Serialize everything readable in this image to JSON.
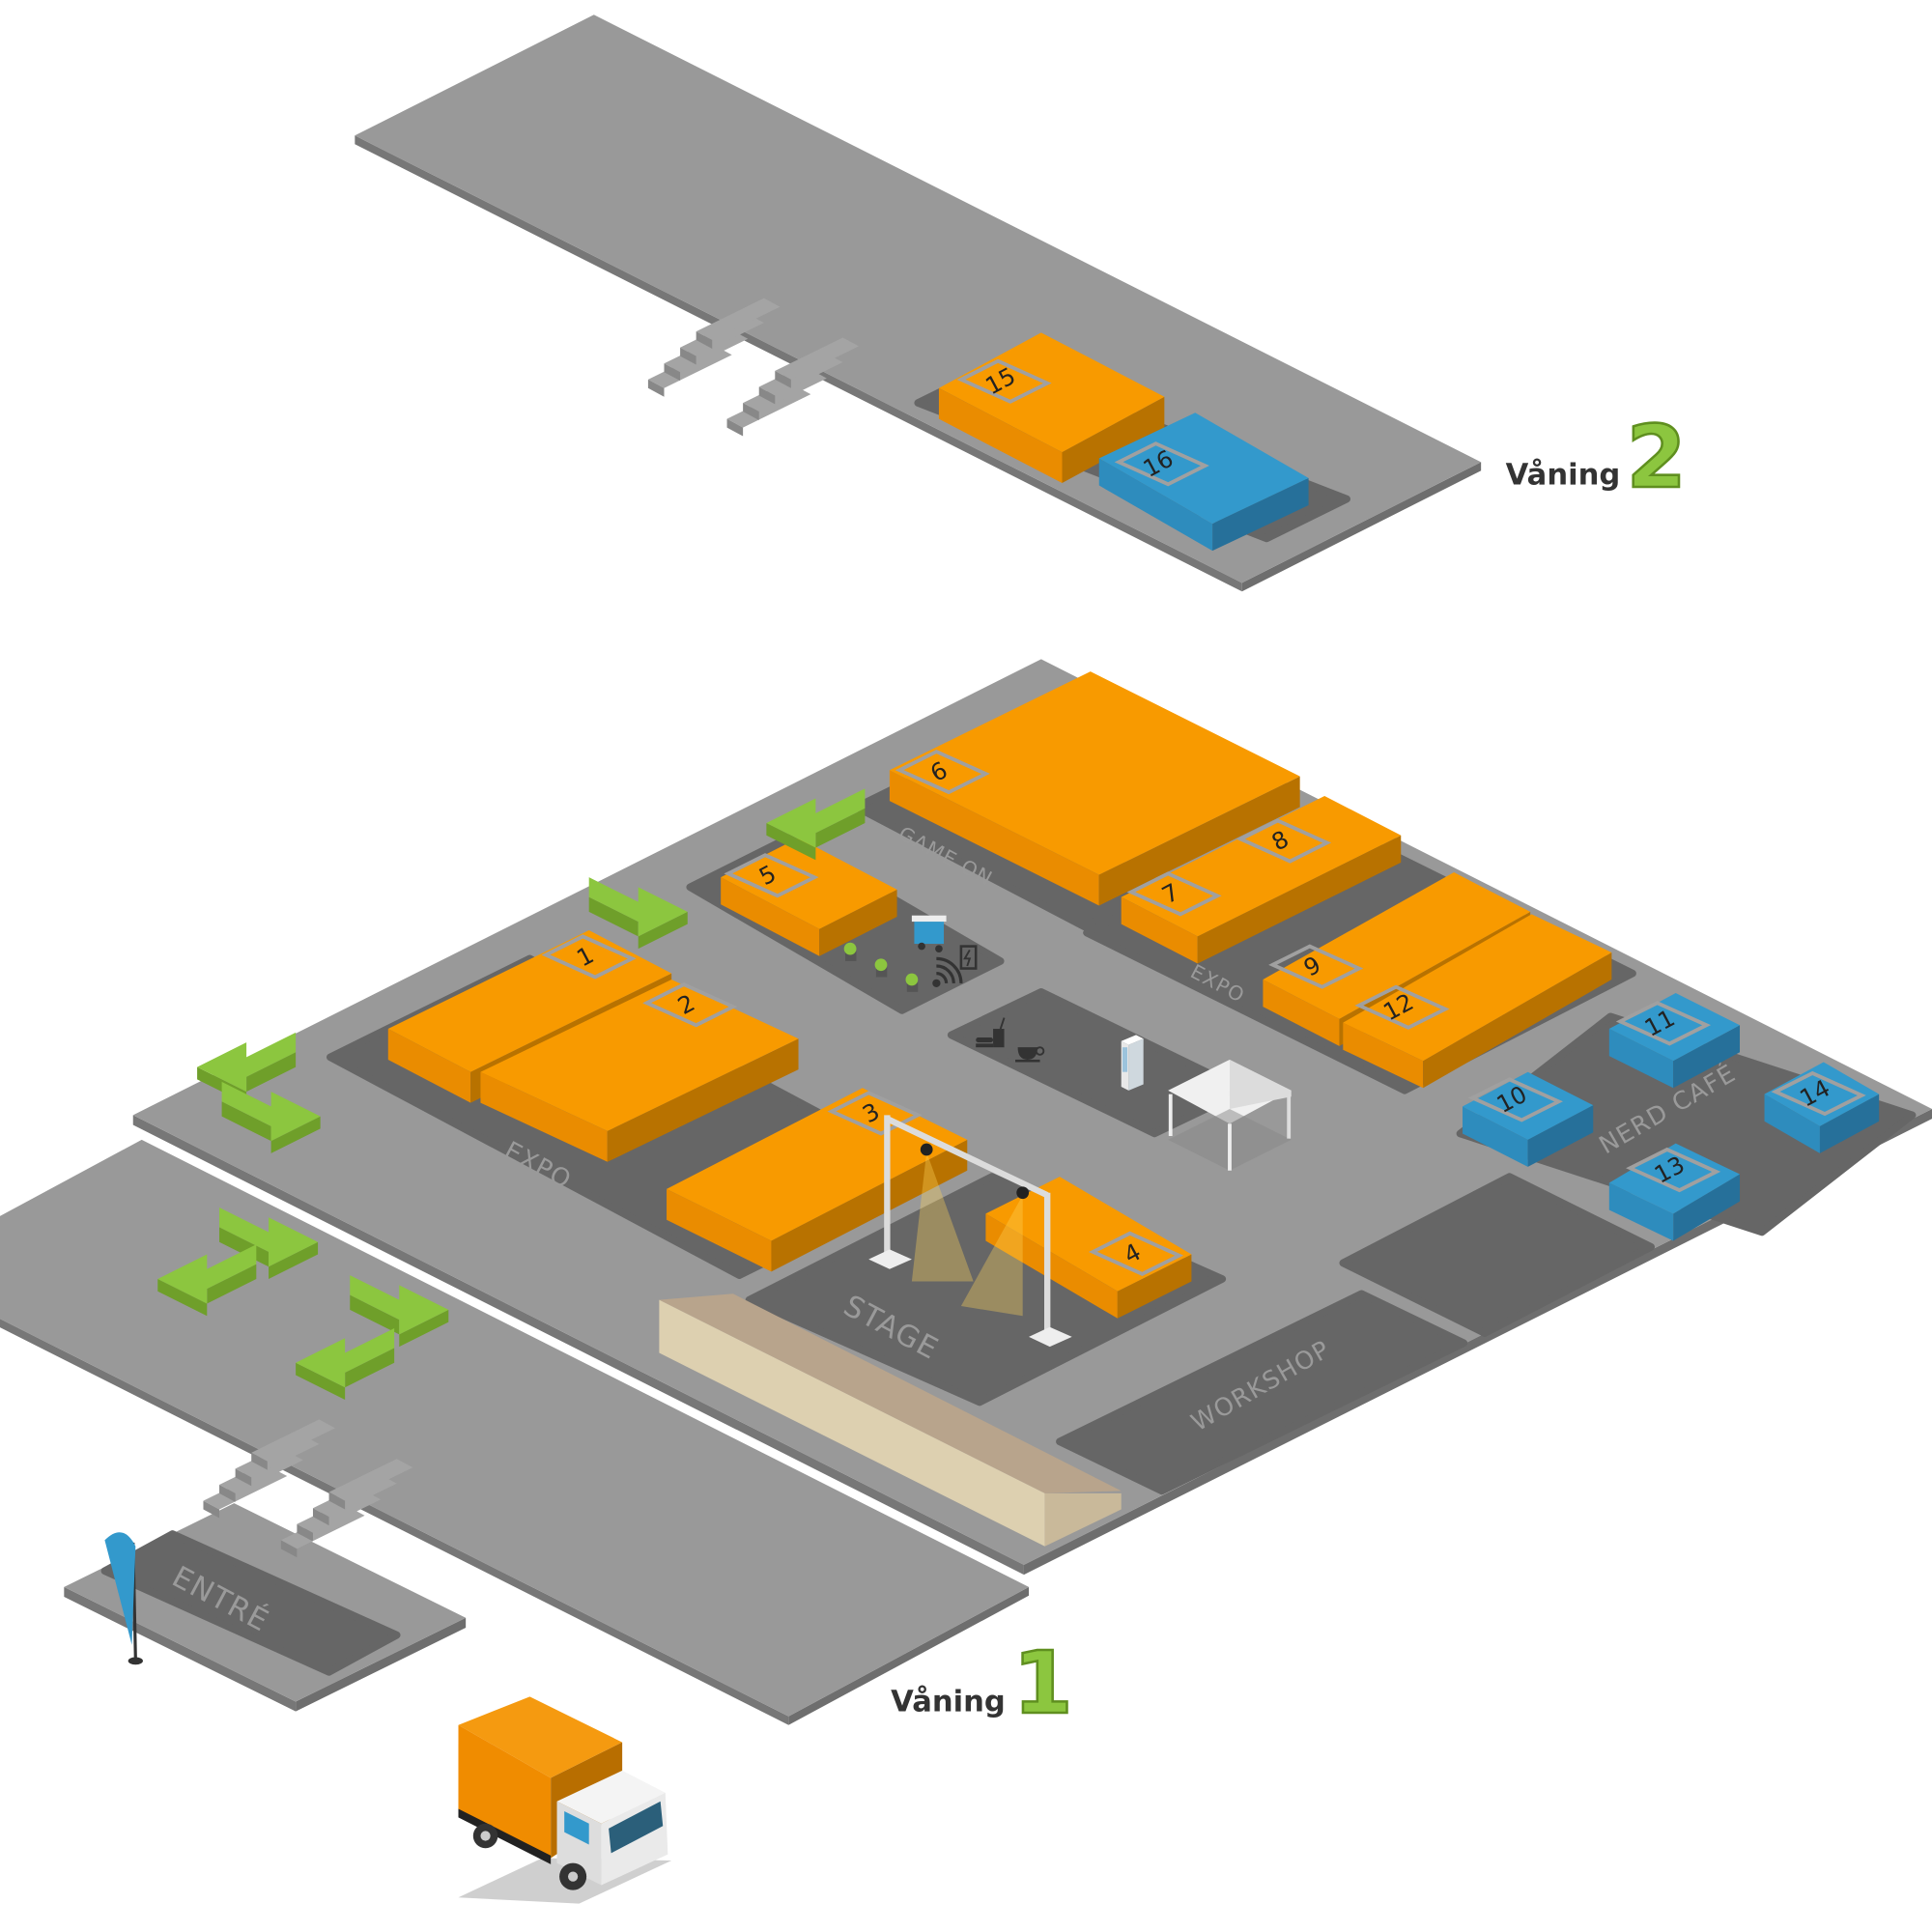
{
  "floors": [
    {
      "word": "Våning",
      "number": "2"
    },
    {
      "word": "Våning",
      "number": "1"
    }
  ],
  "zones": {
    "expo_left": "EXPO",
    "expo_right": "EXPO",
    "game_on": "GAME ON",
    "stage": "STAGE",
    "workshop": "WORKSHOP",
    "nerd_cafe": "NERD CAFÉ",
    "entrance": "ENTRÉ"
  },
  "booths": {
    "b1": "1",
    "b2": "2",
    "b3": "3",
    "b4": "4",
    "b5": "5",
    "b6": "6",
    "b7": "7",
    "b8": "8",
    "b9": "9",
    "b10": "10",
    "b11": "11",
    "b12": "12",
    "b13": "13",
    "b14": "14",
    "b15": "15",
    "b16": "16"
  },
  "colors": {
    "floor": "#999999",
    "floor_edge": "#777777",
    "zone": "#666666",
    "orange_top": "#f89a00",
    "orange_left": "#ea8c00",
    "orange_right": "#b87200",
    "blue_top": "#3399cc",
    "blue_left": "#2e8cbd",
    "blue_right": "#26709a",
    "green": "#8cc63f"
  },
  "icons": [
    "food-icon",
    "coffee-icon",
    "wifi-icon",
    "charging-icon",
    "plant-icon",
    "info-kiosk-icon",
    "tent-icon",
    "truss-icon",
    "flag-icon",
    "truck-icon",
    "stairs-icon",
    "arrow-icon"
  ]
}
